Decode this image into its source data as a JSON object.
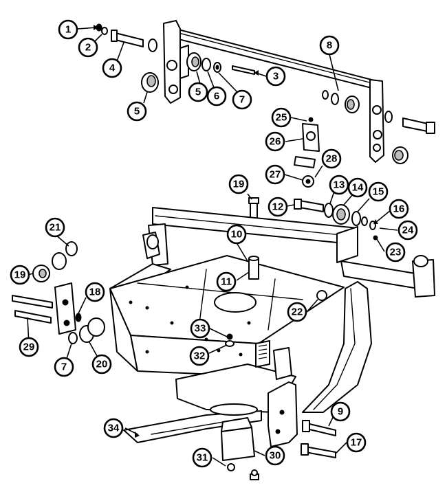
{
  "callouts": [
    {
      "id": "c1",
      "label": "1"
    },
    {
      "id": "c2",
      "label": "2"
    },
    {
      "id": "c3",
      "label": "3"
    },
    {
      "id": "c4",
      "label": "4"
    },
    {
      "id": "c5a",
      "label": "5"
    },
    {
      "id": "c5b",
      "label": "5"
    },
    {
      "id": "c6",
      "label": "6"
    },
    {
      "id": "c7a",
      "label": "7"
    },
    {
      "id": "c7b",
      "label": "7"
    },
    {
      "id": "c8",
      "label": "8"
    },
    {
      "id": "c9",
      "label": "9"
    },
    {
      "id": "c10",
      "label": "10"
    },
    {
      "id": "c11",
      "label": "11"
    },
    {
      "id": "c12",
      "label": "12"
    },
    {
      "id": "c13",
      "label": "13"
    },
    {
      "id": "c14",
      "label": "14"
    },
    {
      "id": "c15",
      "label": "15"
    },
    {
      "id": "c16",
      "label": "16"
    },
    {
      "id": "c17",
      "label": "17"
    },
    {
      "id": "c18",
      "label": "18"
    },
    {
      "id": "c19a",
      "label": "19"
    },
    {
      "id": "c19b",
      "label": "19"
    },
    {
      "id": "c20",
      "label": "20"
    },
    {
      "id": "c21",
      "label": "21"
    },
    {
      "id": "c22",
      "label": "22"
    },
    {
      "id": "c23",
      "label": "23"
    },
    {
      "id": "c24",
      "label": "24"
    },
    {
      "id": "c25",
      "label": "25"
    },
    {
      "id": "c26",
      "label": "26"
    },
    {
      "id": "c27",
      "label": "27"
    },
    {
      "id": "c28",
      "label": "28"
    },
    {
      "id": "c29",
      "label": "29"
    },
    {
      "id": "c30",
      "label": "30"
    },
    {
      "id": "c31",
      "label": "31"
    },
    {
      "id": "c32",
      "label": "32"
    },
    {
      "id": "c33",
      "label": "33"
    },
    {
      "id": "c34",
      "label": "34"
    }
  ]
}
